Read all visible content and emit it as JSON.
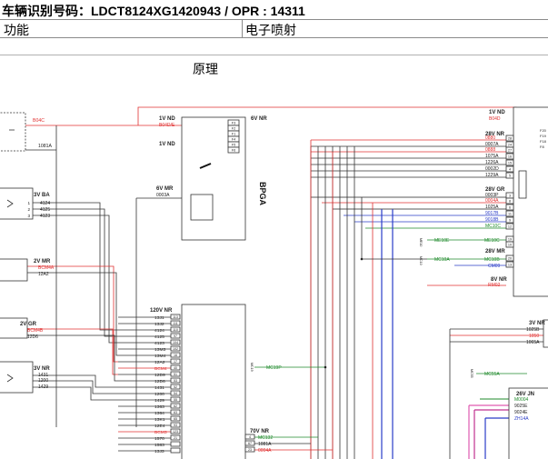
{
  "header": {
    "vehicle_label": "车辆识别号码：",
    "vin": "LDCT8124XG1420943",
    "opr_sep": " / OPR : ",
    "opr": "14311"
  },
  "info_row": {
    "function_label": "功能",
    "system_name": "电子喷射"
  },
  "sheet_title": "原理",
  "components": {
    "bpga": {
      "name": "BPGA"
    },
    "bsi": {}
  },
  "labels": {
    "1V ND a": "1V ND",
    "6V NR": "6V NR",
    "1V ND b": "1V ND",
    "6V MR": "6V MR",
    "1V ND r": "1V ND",
    "28V NR": "28V NR",
    "28V GR": "28V GR",
    "28V MR": "28V MR",
    "8V NR": "8V NR",
    "3V BA": "3V BA",
    "2V MR": "2V MR",
    "2V GR": "2V GR",
    "3V NR": "3V NR",
    "120V NR": "120V NR",
    "70V NR": "70V NR",
    "3V NR b": "3V NR",
    "26V JN": "26V JN",
    "B04C": "B04C",
    "1081A": "1081A",
    "B04D/E": "B04D/E",
    "0003A": "0003A",
    "B04D": "B04D",
    "0880": "0880",
    "0007A": "0007A",
    "0888": "0888",
    "1075A": "1075A",
    "1226A": "1226A",
    "0002D": "0002D",
    "1229A": "1229A",
    "0003P": "0003P",
    "0004A": "0004A",
    "1025A": "1025A",
    "9017B": "9017B",
    "9018B": "9018B",
    "MC10C": "MC10C",
    "ME10E": "ME10E",
    "ME10C": "ME10C",
    "MC10A": "MC10A",
    "MC10B": "MC10B",
    "CM09": "CM09",
    "RM02": "RM02",
    "4124": "4124",
    "4125": "4125",
    "4123": "4123",
    "BCM4A": "BCM4A",
    "12A2": "12A2",
    "BCM4B": "BCM4B",
    "12D6": "12D6",
    "1431": "1431",
    "1200": "1200",
    "1429": "1429",
    "13J1": "13J1",
    "13J2": "13J2",
    "4124 b": "4124",
    "4125 b": "4125",
    "4123 b": "4123",
    "13M3": "13M3",
    "13M4": "13M4",
    "12A2 b": "12A2",
    "BCM4": "BCM4",
    "12D9": "12D9",
    "12D6 b": "12D6",
    "1431 b": "1431",
    "1200 b": "1200",
    "1429 b": "1429",
    "1363": "1363",
    "1364": "1364",
    "13K1": "13K1",
    "12E4": "12E4",
    "BCM3": "BCM3",
    "1570": "1570",
    "1583": "1583",
    "13J3": "13J3",
    "MC19P": "MC19P",
    "MC132": "MC132",
    "1081A b": "1081A",
    "0004A b": "0004A",
    "MC55A": "MC55A",
    "1025B": "1025B",
    "1050": "1050",
    "1065A": "1065A",
    "M0004": "M0004",
    "9025E": "9025E",
    "9024E": "9024E",
    "ZH14A": "ZH14A",
    "p1": "1",
    "p2": "2",
    "p3": "3",
    "p6": "6",
    "bp1": "F3",
    "bp2": "F2",
    "bp3": "F1",
    "bp4": "F4",
    "bp5": "F5",
    "bp6": "F6",
    "bsiF1": "F20",
    "bsiF2": "F19",
    "bsiF3": "F18",
    "bsiF4": "F8",
    "c1": "113",
    "c2": "111",
    "c3": "110",
    "c4": "97",
    "c5": "104",
    "c6": "102",
    "c7": "16",
    "c8": "17",
    "c9": "40",
    "c10": "51",
    "c11": "53",
    "c12": "52",
    "c13": "54",
    "c14": "55",
    "c15": "62",
    "c16": "63",
    "c17": "65",
    "c18": "93",
    "c19": "123",
    "c20": "21",
    "k1": "4",
    "k2": "67",
    "k3": "23",
    "r1": "28",
    "r2": "24",
    "r3": "27",
    "r4": "16",
    "r5": "15",
    "r6": "4",
    "r7": "5",
    "r8": "3",
    "r9": "8",
    "r10": "6",
    "r11": "11",
    "r12": "9",
    "r13": "12",
    "r14": "2",
    "r15": "19",
    "r16": "10",
    "r17": "20",
    "r18": "13",
    "m1": "ME10",
    "m2": "MC10",
    "m3": "MC19",
    "m4": "MC55"
  },
  "colors": {
    "red": "#e03030",
    "blue": "#2a3cc8",
    "green": "#1f8a2b",
    "pink": "#e05ab0",
    "magenta": "#c03090",
    "dark": "#333333",
    "lightred": "#e88080"
  }
}
